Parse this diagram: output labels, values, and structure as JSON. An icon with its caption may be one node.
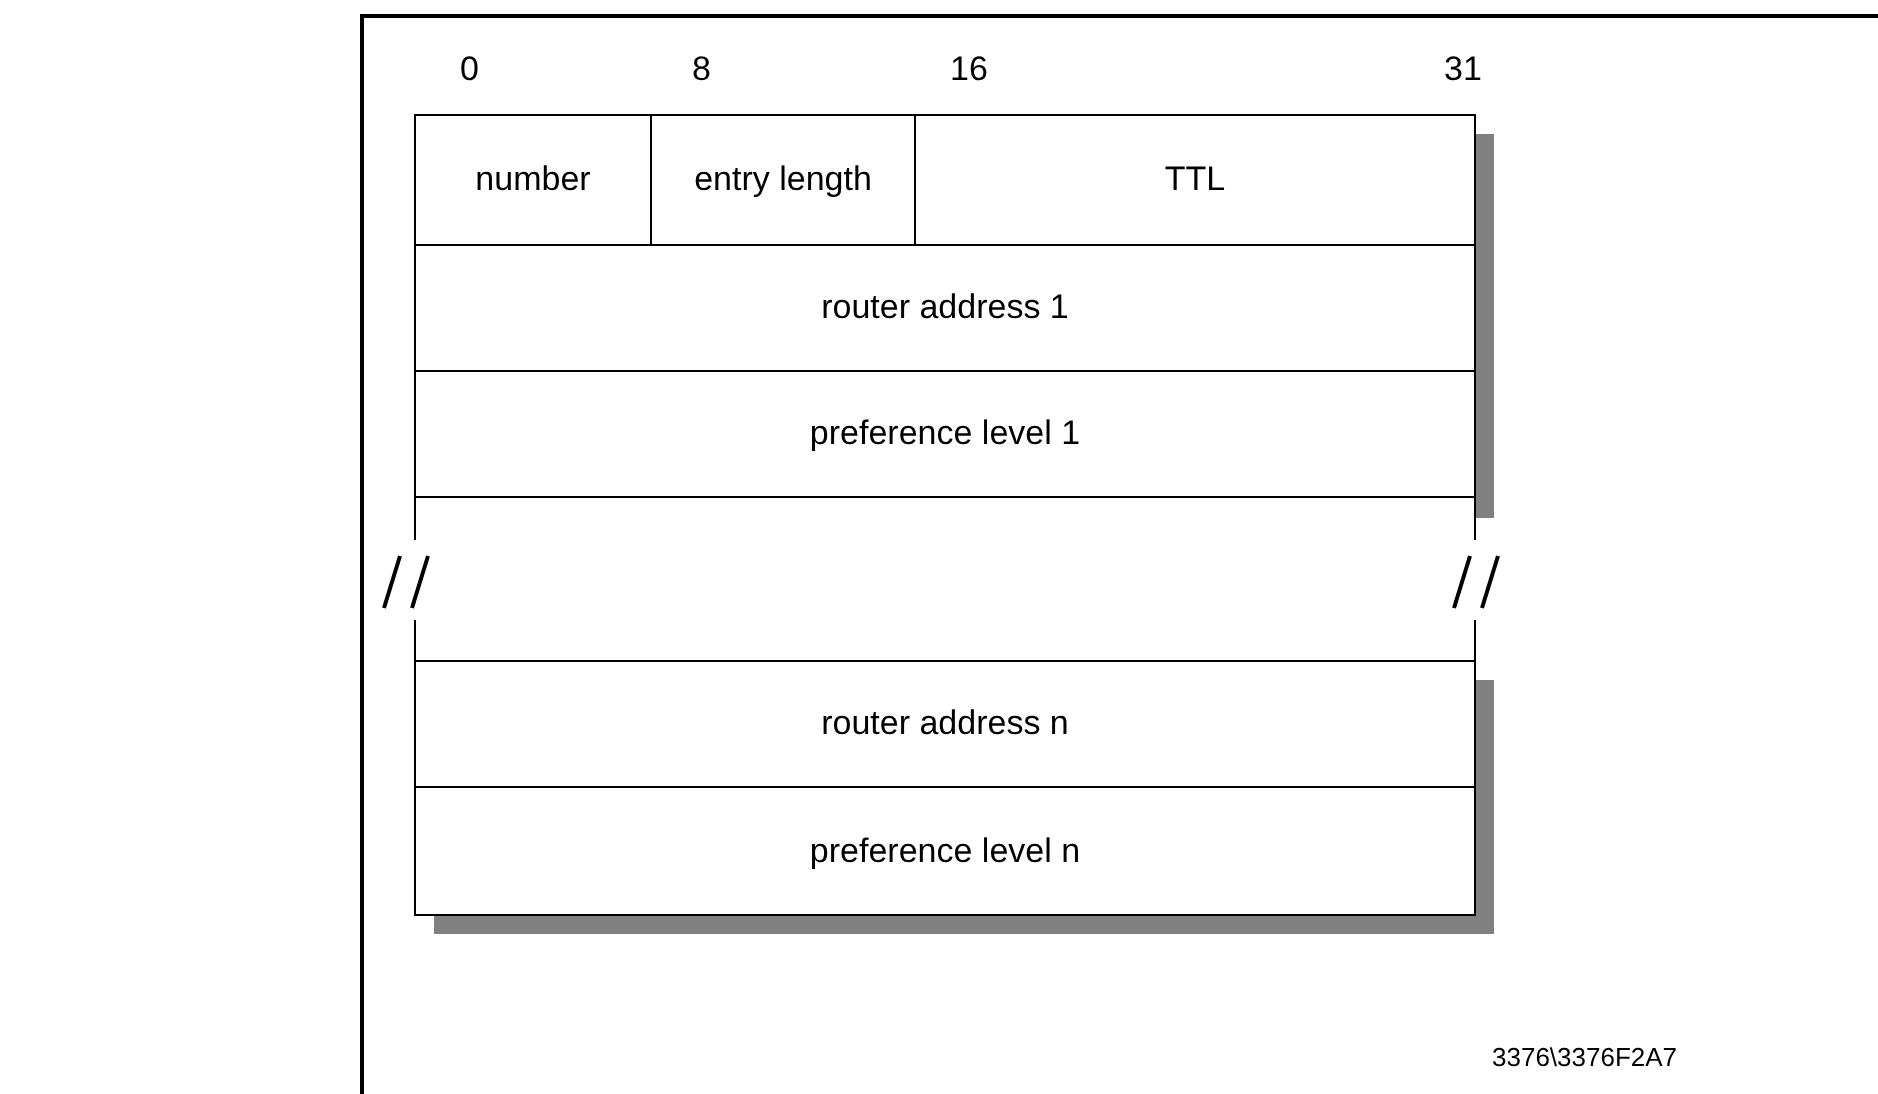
{
  "diagram": {
    "nodes": [
      {
        "text": [
          "number"
        ]
      },
      {
        "text": [
          "entry length"
        ]
      },
      {
        "text": [
          "TTL"
        ]
      },
      {
        "text": [
          "router address 1"
        ]
      },
      {
        "text": [
          "preference level 1"
        ]
      },
      {
        "text": [],
        "shape": "box"
      },
      {
        "text": [
          "router address n"
        ]
      },
      {
        "text": [
          "preference level n"
        ]
      }
    ],
    "labels": [
      "0",
      "8",
      "16",
      "31",
      "3376\\3376F2A7"
    ]
  }
}
